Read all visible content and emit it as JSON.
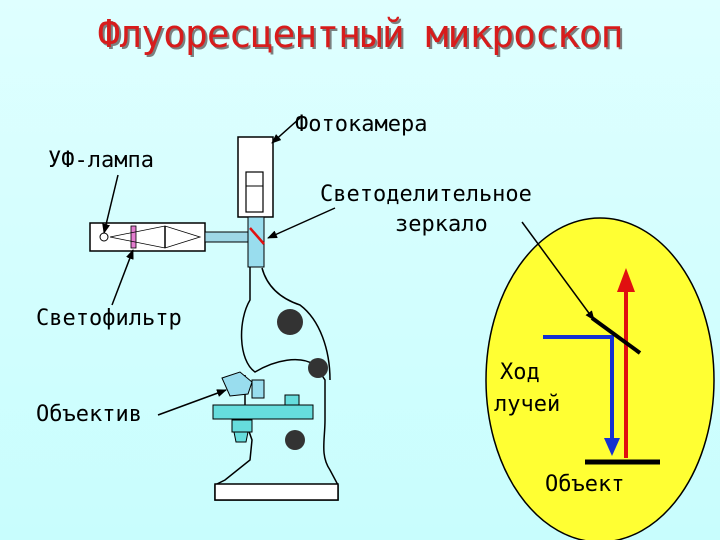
{
  "title": "Флуоресцентный микроскоп",
  "labels": {
    "uv_lamp": "УФ-лампа",
    "camera": "Фотокамера",
    "mirror_line1": "Светоделительное",
    "mirror_line2": "зеркало",
    "filter": "Светофильтр",
    "objective": "Объектив",
    "ray_path_line1": "Ход",
    "ray_path_line2": "лучей",
    "object": "Объект"
  },
  "colors": {
    "title": "#d71c1c",
    "background": "#cfffff",
    "inset_fill": "#ffff33",
    "emission_ray": "#e01010",
    "excitation_ray": "#1530d0",
    "stage_fill": "#66dddd",
    "knob_fill": "#333333"
  }
}
